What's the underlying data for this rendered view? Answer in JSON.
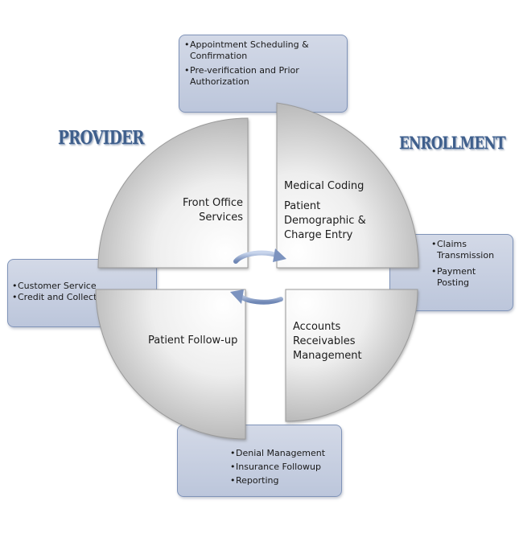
{
  "diagram": {
    "left_title": "PROVIDER",
    "right_title": "ENROLLMENT",
    "quadrants": {
      "front_office": "Front Office Services",
      "medical_coding": "Medical Coding",
      "patient_demographic": "Patient Demographic & Charge Entry",
      "patient_followup": "Patient Follow-up",
      "accounts_receivables": [
        "Accounts",
        "Receivables",
        "Management"
      ]
    },
    "boxes": {
      "top": [
        "Appointment Scheduling & Confirmation",
        "Pre-verification and Prior Authorization"
      ],
      "right": [
        "Claims Transmission",
        "Payment Posting"
      ],
      "left": [
        "Customer Service",
        "Credit and Collection Services"
      ],
      "bottom": [
        "Denial Management",
        "Insurance Followup",
        "Reporting"
      ]
    },
    "colors": {
      "box_fill": "#c7cfe1",
      "box_border": "#7f93b8",
      "title_blue": "#3f5f8c",
      "quadrant_light": "#ffffff",
      "quadrant_dark": "#b2b2b2",
      "arrow_blue": "#7c93bf"
    },
    "icons": [
      "circular-arrows-icon"
    ]
  }
}
